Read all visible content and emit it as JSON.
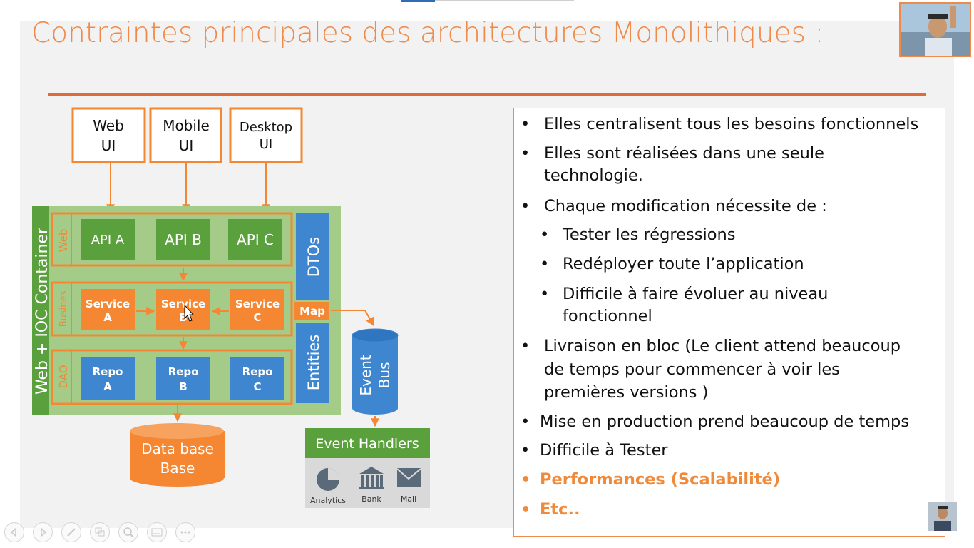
{
  "slide": {
    "title": "Contraintes principales des architectures Monolithiques :"
  },
  "diagram": {
    "clients": [
      {
        "line1": "Web",
        "line2": "UI"
      },
      {
        "line1": "Mobile",
        "line2": "UI"
      },
      {
        "line1": "Desktop",
        "line2": "UI"
      }
    ],
    "container_label": "Web + IOC Container",
    "layers": [
      {
        "label": "Web",
        "items": [
          {
            "line1": "API A",
            "line2": ""
          },
          {
            "line1": "API B",
            "line2": ""
          },
          {
            "line1": "API C",
            "line2": ""
          }
        ]
      },
      {
        "label": "Busines",
        "items": [
          {
            "line1": "Service",
            "line2": "A"
          },
          {
            "line1": "Service",
            "line2": "B"
          },
          {
            "line1": "Service",
            "line2": "C"
          }
        ]
      },
      {
        "label": "DAO",
        "items": [
          {
            "line1": "Repo",
            "line2": "A"
          },
          {
            "line1": "Repo",
            "line2": "B"
          },
          {
            "line1": "Repo",
            "line2": "C"
          }
        ]
      }
    ],
    "dtos_label": "DTOs",
    "map_label": "Map",
    "entities_label": "Entities",
    "database": {
      "line1": "Data base",
      "line2": "Base"
    },
    "event_bus": {
      "line1": "Event",
      "line2": "Bus"
    },
    "event_handlers": {
      "title": "Event Handlers",
      "items": [
        {
          "label": "Analytics",
          "icon": "pie-chart-icon"
        },
        {
          "label": "Bank",
          "icon": "bank-icon"
        },
        {
          "label": "Mail",
          "icon": "mail-icon"
        }
      ]
    }
  },
  "bullets": [
    {
      "text": "Elles centralisent tous les besoins fonctionnels",
      "level": 0,
      "accent": false
    },
    {
      "text": "Elles sont réalisées dans une seule",
      "level": 0,
      "accent": false
    },
    {
      "text": "technologie.",
      "level": 0,
      "accent": false,
      "continuation": true
    },
    {
      "text": "Chaque modification nécessite de :",
      "level": 0,
      "accent": false
    },
    {
      "text": "Tester les régressions",
      "level": 1,
      "accent": false
    },
    {
      "text": "Redéployer toute l’application",
      "level": 1,
      "accent": false
    },
    {
      "text": "Difficile à faire évoluer au niveau",
      "level": 1,
      "accent": false
    },
    {
      "text": "fonctionnel",
      "level": 1,
      "accent": false,
      "continuation": true
    },
    {
      "text": "Livraison en bloc (Le client attend beaucoup",
      "level": 0,
      "accent": false
    },
    {
      "text": "de temps pour commencer à voir les",
      "level": 0,
      "accent": false,
      "continuation": true
    },
    {
      "text": "premières versions )",
      "level": 0,
      "accent": false,
      "continuation": true
    },
    {
      "text": "Mise en production prend beaucoup de temps",
      "level": 0,
      "accent": false
    },
    {
      "text": "Difficile à Tester",
      "level": 0,
      "accent": false
    },
    {
      "text": "Performances (Scalabilité)",
      "level": 0,
      "accent": true
    },
    {
      "text": "Etc..",
      "level": 0,
      "accent": true
    }
  ],
  "player_controls": [
    {
      "icon": "previous-icon"
    },
    {
      "icon": "next-icon"
    },
    {
      "icon": "pen-icon"
    },
    {
      "icon": "slides-icon"
    },
    {
      "icon": "zoom-icon"
    },
    {
      "icon": "subtitles-icon"
    },
    {
      "icon": "more-icon"
    }
  ],
  "colors": {
    "title": "#f08a4b",
    "rule": "#e06a3a",
    "orange_block": "#f58733",
    "green_block": "#5aa03c",
    "blue_block": "#3f86d0",
    "container_green": "#a4cc88",
    "accent_text": "#f08a3a"
  }
}
